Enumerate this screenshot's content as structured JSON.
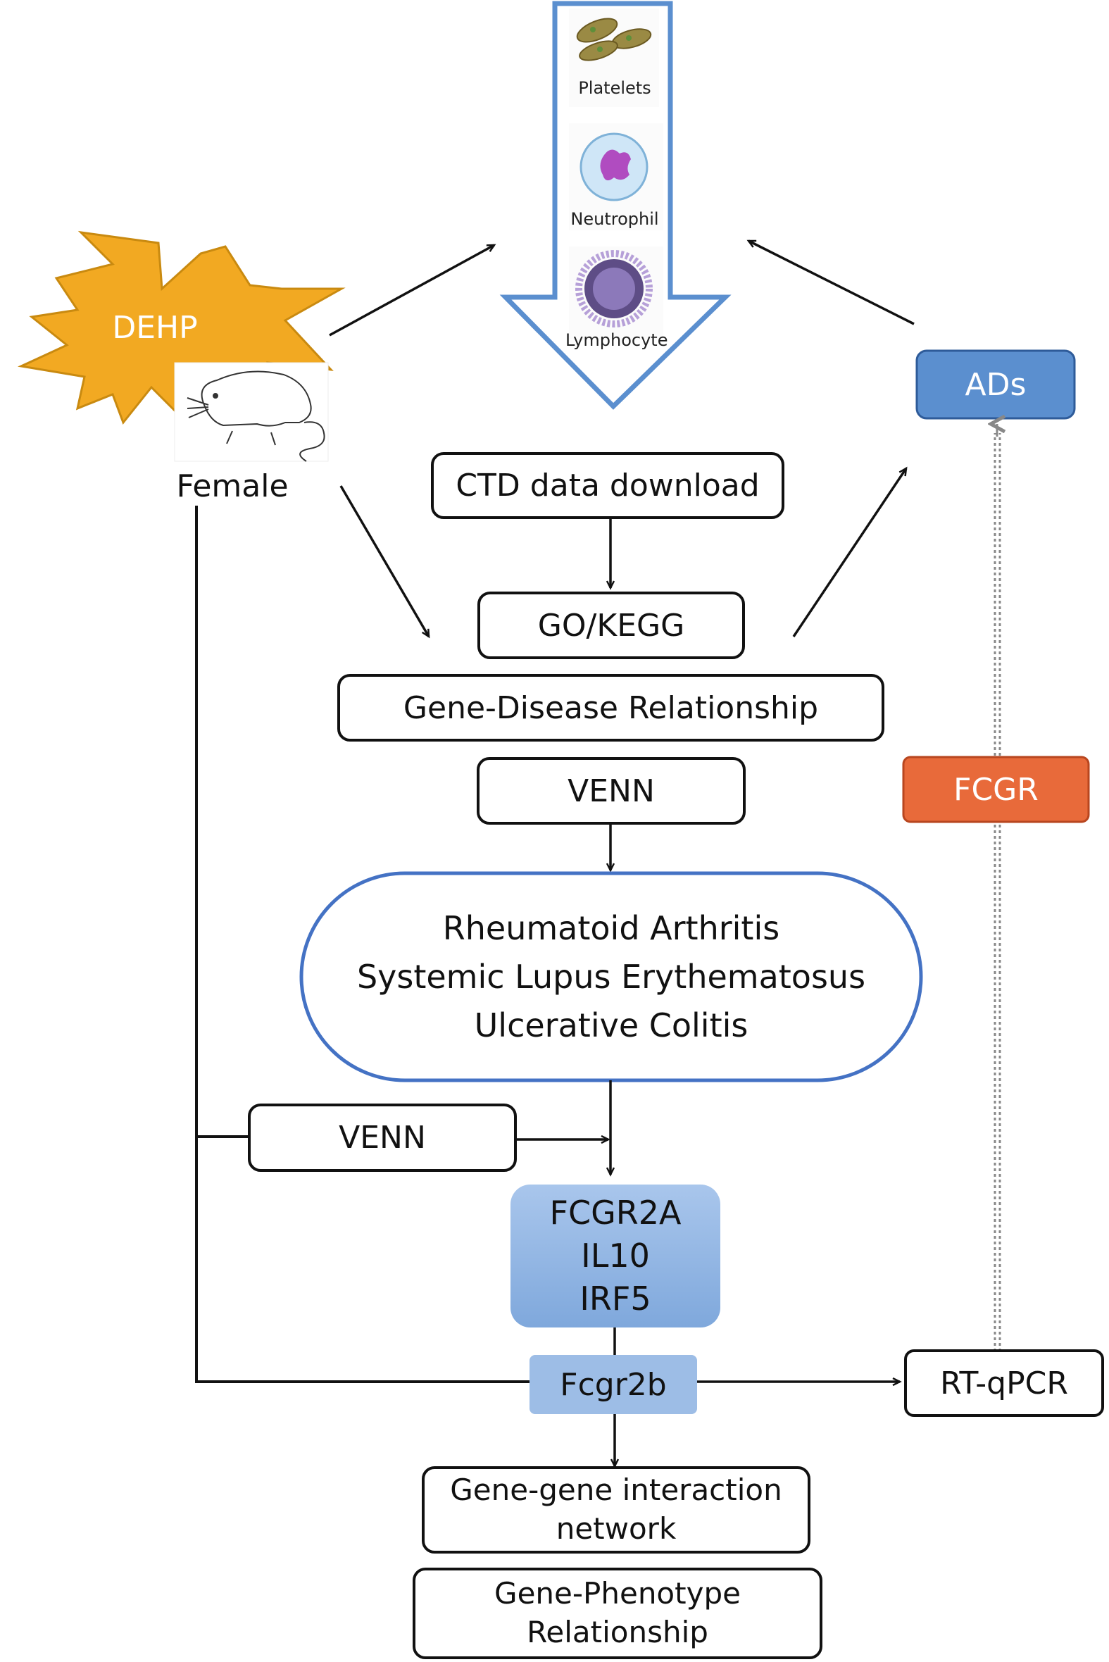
{
  "dehp": "DEHP",
  "female": "Female",
  "cells": {
    "platelets": "Platelets",
    "neutrophil": "Neutrophil",
    "lymphocyte": "Lymphocyte"
  },
  "ads": "ADs",
  "ctd": "CTD data download",
  "gokegg": "GO/KEGG",
  "gene_disease": "Gene-Disease Relationship",
  "venn1": "VENN",
  "diseases": [
    "Rheumatoid Arthritis",
    "Systemic Lupus Erythematosus",
    "Ulcerative Colitis"
  ],
  "venn2": "VENN",
  "genes": [
    "FCGR2A",
    "IL10",
    "IRF5"
  ],
  "fcgr2b": "Fcgr2b",
  "rtqpcr": "RT-qPCR",
  "fcgr": "FCGR",
  "gene_gene": [
    "Gene-gene interaction",
    "network"
  ],
  "gene_pheno": [
    "Gene-Phenotype",
    "Relationship"
  ],
  "colors": {
    "dehp": "#F2A922",
    "ads": "#5B8FCF",
    "fcgr": "#E86A3A",
    "blue_outline": "#4472C4",
    "gene_box": "#8FB3E0"
  }
}
